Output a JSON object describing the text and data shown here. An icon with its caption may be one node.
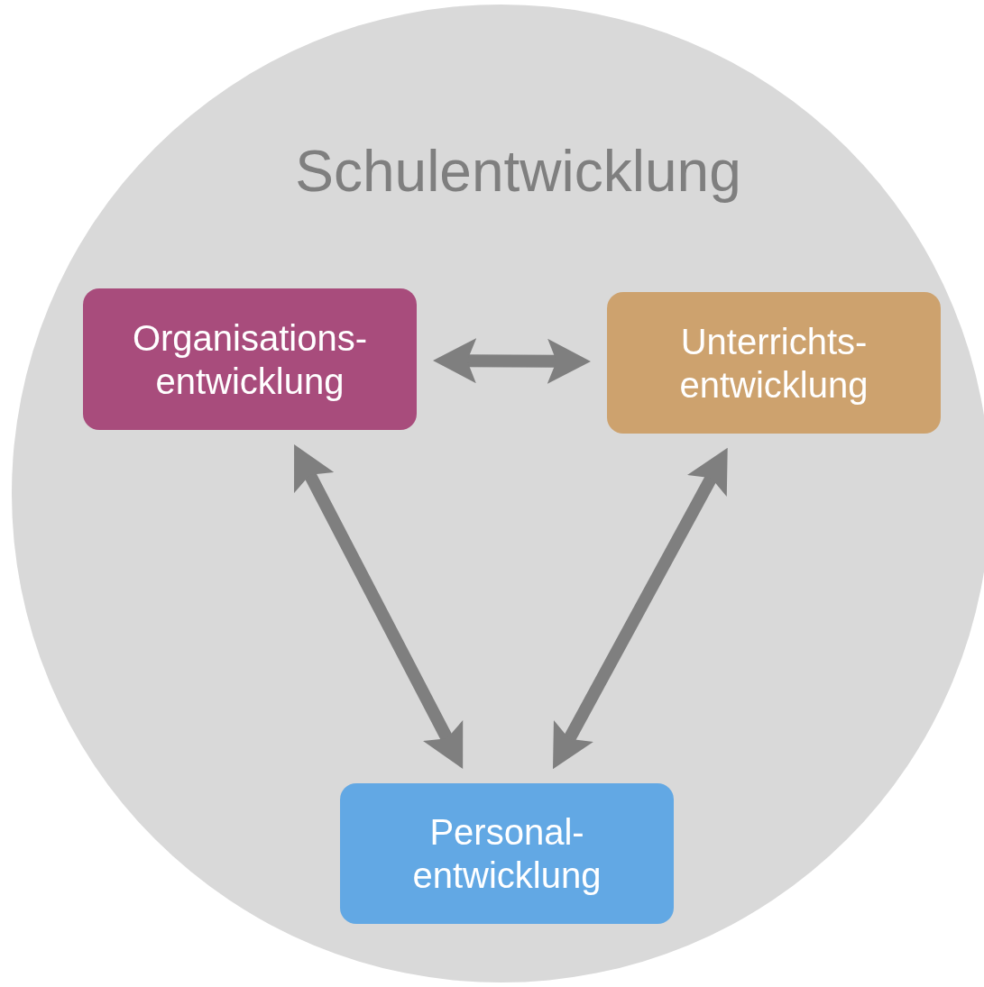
{
  "diagram": {
    "nodes": [
      {
        "text": [
          "Schulentwicklung"
        ]
      },
      {
        "text": [
          "Organisations- entwicklung"
        ],
        "in": 0
      },
      {
        "text": [
          "Unterrichts- entwicklung"
        ],
        "in": 0
      },
      {
        "text": [
          "Personal- entwicklung"
        ],
        "in": 0
      }
    ],
    "edges": [
      {
        "from": 1,
        "to": 2,
        "arrow": "both"
      },
      {
        "from": 1,
        "to": 3,
        "arrow": "both"
      },
      {
        "from": 2,
        "to": 3,
        "arrow": "both"
      }
    ]
  }
}
